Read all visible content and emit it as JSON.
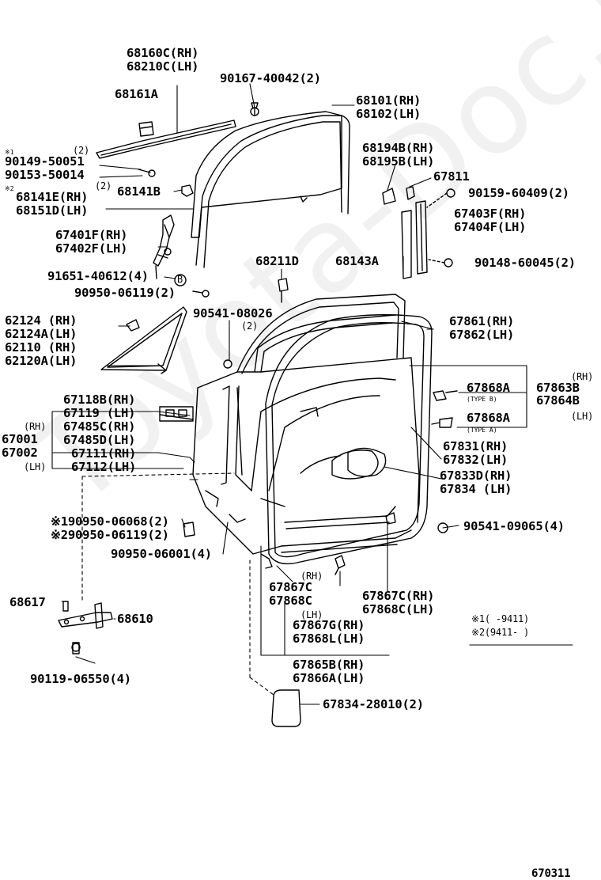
{
  "watermark": "Toyota-Doc.ru",
  "colors": {
    "ink": "#000000",
    "watermark": "#e6e6e6"
  },
  "labels": {
    "p68160c": "68160C(RH)",
    "p68210c": "68210C(LH)",
    "p90167": "90167-40042(2)",
    "p68161a": "68161A",
    "p68101": "68101(RH)",
    "p68102": "68102(LH)",
    "note1_mark": "※1",
    "qty2a": "(2)",
    "p90149": "90149-50051",
    "p90153": "90153-50014",
    "note2_mark": "※2",
    "qty2b": "(2)",
    "p68141e": "68141E(RH)",
    "p68151d": "68151D(LH)",
    "p68141b": "68141B",
    "p68194b": "68194B(RH)",
    "p68195b": "68195B(LH)",
    "p67811": "67811",
    "p90159": "90159-60409(2)",
    "p67403f": "67403F(RH)",
    "p67404f": "67404F(LH)",
    "p67401f": "67401F(RH)",
    "p67402f": "67402F(LH)",
    "p68211d": "68211D",
    "p68143a": "68143A",
    "p90148": "90148-60045(2)",
    "p91651": "91651-40612(4)",
    "p90950a": "90950-06119(2)",
    "circle_b": "B",
    "p90541a": "90541-08026",
    "qty2c": "(2)",
    "p62124": "62124 (RH)",
    "p62124a": "62124A(LH)",
    "p62110": "62110 (RH)",
    "p62120a": "62120A(LH)",
    "p67861": "67861(RH)",
    "p67862": "67862(LH)",
    "rh_right": "(RH)",
    "p67868a_b": "67868A",
    "type_b": "(TYPE B)",
    "p67863b": "67863B",
    "p67864b": "67864B",
    "lh_right": "(LH)",
    "p67868a_a": "67868A",
    "type_a": "(TYPE A)",
    "p67118b": "67118B(RH)",
    "p67119": "67119 (LH)",
    "rh_left": "(RH)",
    "p67485c": "67485C(RH)",
    "p67001": "67001",
    "p67485d": "67485D(LH)",
    "p67002": "67002",
    "p67111": "67111(RH)",
    "lh_left": "(LH)",
    "p67112": "67112(LH)",
    "p67831": "67831(RH)",
    "p67832": "67832(LH)",
    "p67833d": "67833D(RH)",
    "p67834": "67834 (LH)",
    "p90950b": "※190950-06068(2)",
    "p90950c": "※290950-06119(2)",
    "p90541b": "90541-09065(4)",
    "p90950d": "90950-06001(4)",
    "rh_mid": "(RH)",
    "p67867c": "67867C",
    "p67868c": "67868C",
    "lh_mid": "(LH)",
    "p67867c_rh": "67867C(RH)",
    "p67868c_lh": "67868C(LH)",
    "p68617": "68617",
    "p68610": "68610",
    "p67867g": "67867G(RH)",
    "p67868l": "67868L(LH)",
    "legend1": "※1(     -9411)",
    "legend2": "※2(9411-     )",
    "p67865b": "67865B(RH)",
    "p67866a": "67866A(LH)",
    "p90119": "90119-06550(4)",
    "p67834_28010": "67834-28010(2)",
    "diagram_id": "670311"
  }
}
